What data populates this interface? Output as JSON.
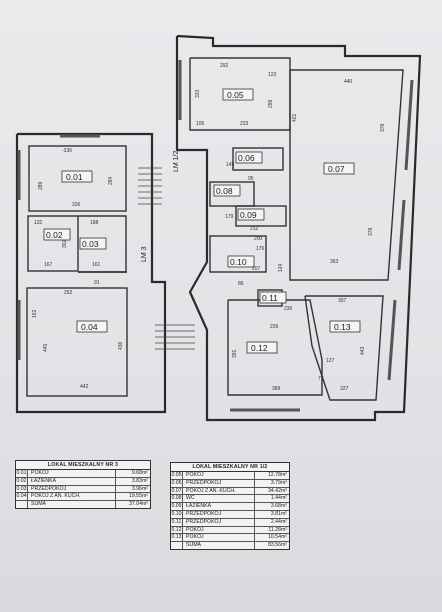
{
  "rooms": [
    {
      "id": "r0101",
      "label": "0.01"
    },
    {
      "id": "r0102",
      "label": "0.02"
    },
    {
      "id": "r0103",
      "label": "0.03"
    },
    {
      "id": "r0104",
      "label": "0.04"
    },
    {
      "id": "r0105",
      "label": "0.05"
    },
    {
      "id": "r0106",
      "label": "0.06"
    },
    {
      "id": "r0107",
      "label": "0.07"
    },
    {
      "id": "r0108",
      "label": "0.08"
    },
    {
      "id": "r0109",
      "label": "0.09"
    },
    {
      "id": "r0110",
      "label": "0.10"
    },
    {
      "id": "r0111",
      "label": "0.11"
    },
    {
      "id": "r0112",
      "label": "0.12"
    },
    {
      "id": "r0113",
      "label": "0.13"
    }
  ],
  "stair_labels": {
    "upper": "LM 1/2",
    "lower": "LM 3"
  },
  "dimensions": [
    "-336",
    "289",
    "284",
    "336",
    "132",
    "188",
    "302",
    "167",
    "161",
    "91",
    "252",
    "162",
    "445",
    "436",
    "442",
    "292",
    "333",
    "299",
    "123",
    "105",
    "233",
    "440",
    "378",
    "421",
    "149",
    "95",
    "179",
    "212",
    "200",
    "176",
    "124",
    "207",
    "363",
    "378",
    "86",
    "236",
    "226",
    "307",
    "391",
    "443",
    "389",
    "327",
    "127",
    "77"
  ],
  "table_left": {
    "title": "LOKAL MIESZKALNY NR 3",
    "rows": [
      {
        "no": "0.01",
        "name": "POKÓJ",
        "area": "9.68m²"
      },
      {
        "no": "0.02",
        "name": "ŁAZIENKA",
        "area": "3.83m²"
      },
      {
        "no": "0.03",
        "name": "PRZEDPOKÓJ",
        "area": "3.96m²"
      },
      {
        "no": "0.04",
        "name": "POKÓJ Z AN. KUCH.",
        "area": "19.55m²"
      }
    ],
    "sum_label": "SUMA",
    "sum_value": "37.04m²"
  },
  "table_right": {
    "title": "LOKAL MIESZKALNY NR 1/2",
    "rows": [
      {
        "no": "0.05",
        "name": "POKÓJ",
        "area": "12.78m²"
      },
      {
        "no": "0.06",
        "name": "PRZEDPOKÓJ",
        "area": "3.79m²"
      },
      {
        "no": "0.07",
        "name": "POKÓJ Z AN. KUCH.",
        "area": "34.42m²"
      },
      {
        "no": "0.08",
        "name": "WC",
        "area": "1.44m²"
      },
      {
        "no": "0.09",
        "name": "ŁAZIENKA",
        "area": "3.68m²"
      },
      {
        "no": "0.10",
        "name": "PRZEDPOKÓJ",
        "area": "3.81m²"
      },
      {
        "no": "0.11",
        "name": "PRZEDPOKÓJ",
        "area": "2.44m²"
      },
      {
        "no": "0.12",
        "name": "POKÓJ",
        "area": "11.28m²"
      },
      {
        "no": "0.13",
        "name": "POKÓJ",
        "area": "10.54m²"
      }
    ],
    "sum_label": "SUMA",
    "sum_value": "83.56m²"
  }
}
